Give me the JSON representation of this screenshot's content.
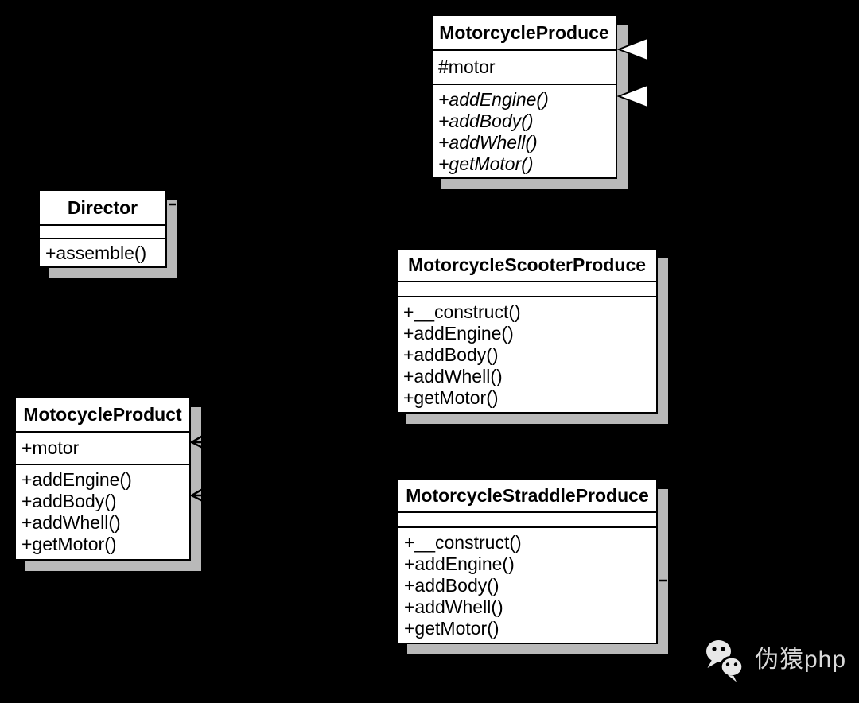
{
  "diagram": {
    "kind": "uml-class-diagram",
    "background_color": "#000000",
    "box_fill": "#ffffff",
    "box_border_color": "#000000",
    "shadow_color": "#b9b9b9",
    "classes": [
      {
        "name": "MotorcycleProduce",
        "attributes": [
          "#motor"
        ],
        "methods": [
          "+addEngine()",
          "+addBody()",
          "+addWhell()",
          "+getMotor()"
        ],
        "methods_italic": true
      },
      {
        "name": "Director",
        "attributes": [],
        "methods": [
          "+assemble()"
        ],
        "methods_italic": false
      },
      {
        "name": "MotorcycleScooterProduce",
        "attributes": [],
        "methods": [
          "+__construct()",
          "+addEngine()",
          "+addBody()",
          "+addWhell()",
          "+getMotor()"
        ],
        "methods_italic": false
      },
      {
        "name": "MotocycleProduct",
        "attributes": [
          "+motor"
        ],
        "methods": [
          "+addEngine()",
          "+addBody()",
          "+addWhell()",
          "+getMotor()"
        ],
        "methods_italic": false
      },
      {
        "name": "MotorcycleStraddleProduce",
        "attributes": [],
        "methods": [
          "+__construct()",
          "+addEngine()",
          "+addBody()",
          "+addWhell()",
          "+getMotor()"
        ],
        "methods_italic": false
      }
    ],
    "connectors": {
      "hollow_triangle_fill": "#ffffff",
      "line_color": "#000000",
      "dashed_line_style": "dashed"
    },
    "watermark": {
      "text": "伪猿php",
      "icon": "wechat-icon",
      "text_color": "#d9d9d9"
    }
  }
}
